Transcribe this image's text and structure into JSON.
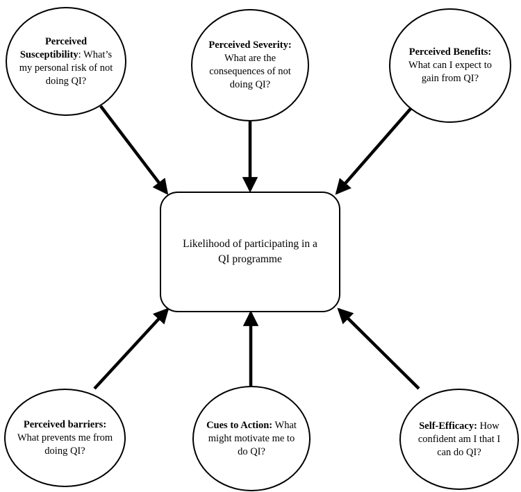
{
  "center": {
    "text": "Likelihood of participating in a QI programme"
  },
  "nodes": [
    {
      "id": "susceptibility",
      "bold": "Perceived Susceptibility",
      "text": ": What’s my personal risk of not doing QI?"
    },
    {
      "id": "severity",
      "bold": "Perceived Severity:",
      "text": " What are the consequences of not doing QI?"
    },
    {
      "id": "benefits",
      "bold": "Perceived Benefits:",
      "text": " What can I expect to gain from QI?"
    },
    {
      "id": "barriers",
      "bold": "Perceived barriers:",
      "text": " What prevents me from doing QI?"
    },
    {
      "id": "cues",
      "bold": "Cues to Action:",
      "text": " What might motivate me to do QI?"
    },
    {
      "id": "efficacy",
      "bold": "Self-Efficacy:",
      "text": " How confident am I that I can do QI?"
    }
  ],
  "colors": {
    "stroke": "#000000",
    "fill": "#ffffff"
  }
}
